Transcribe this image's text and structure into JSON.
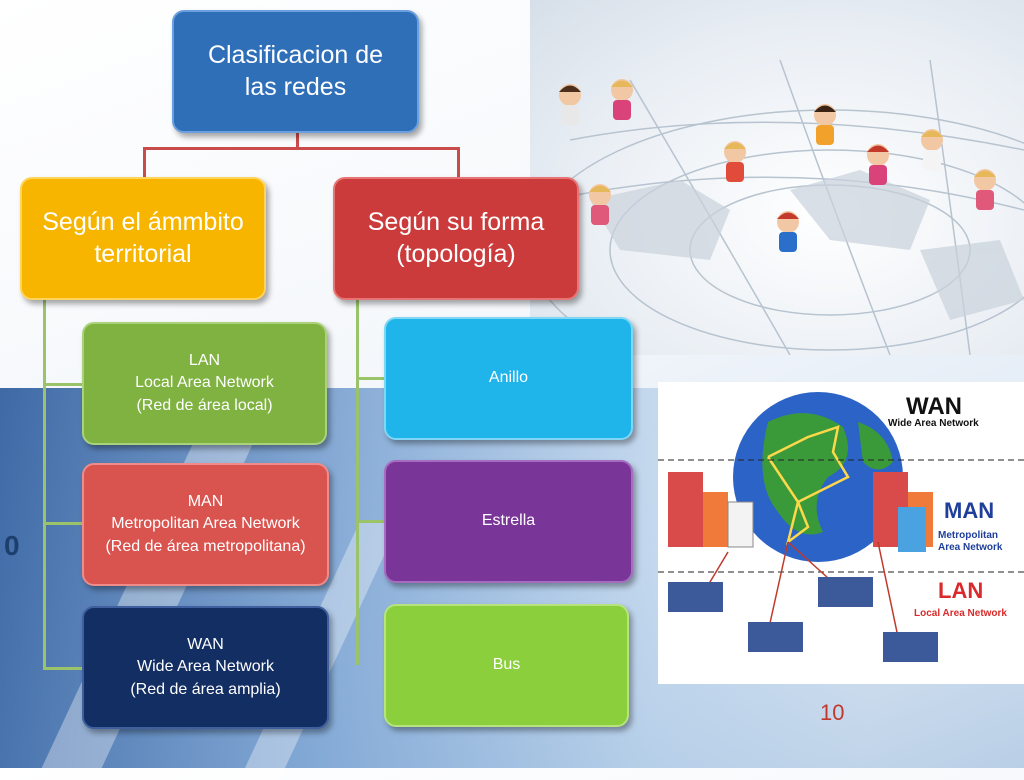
{
  "root": {
    "label": "Clasificacion de\nlas redes"
  },
  "territorial": {
    "label": "Según el ámmbito\nterritorial",
    "items": [
      {
        "label": "LAN\nLocal Area Network\n (Red de área local)"
      },
      {
        "label": "MAN\nMetropolitan Area Network\n(Red de área  metropolitana)"
      },
      {
        "label": "WAN\nWide Area Network\n(Red de área amplia)"
      }
    ]
  },
  "topologia": {
    "label": "Según su forma\n(topología)",
    "items": [
      {
        "label": "Anillo"
      },
      {
        "label": "Estrella"
      },
      {
        "label": "Bus"
      }
    ]
  },
  "network_image": {
    "wan_title": "WAN",
    "wan_sub": "Wide Area Network",
    "man_title": "MAN",
    "man_sub": "Metropolitan\nArea Network",
    "lan_title": "LAN",
    "lan_sub": "Local Area Network"
  },
  "page_number": "10",
  "colors": {
    "root": "#2f6fb8",
    "territorial": "#f7b500",
    "topologia": "#cc3b3b",
    "lan": "#7fb241",
    "man": "#d9534f",
    "wan": "#132e63",
    "anillo": "#1fb4ea",
    "estrella": "#7a3599",
    "bus": "#8ccf3d"
  }
}
